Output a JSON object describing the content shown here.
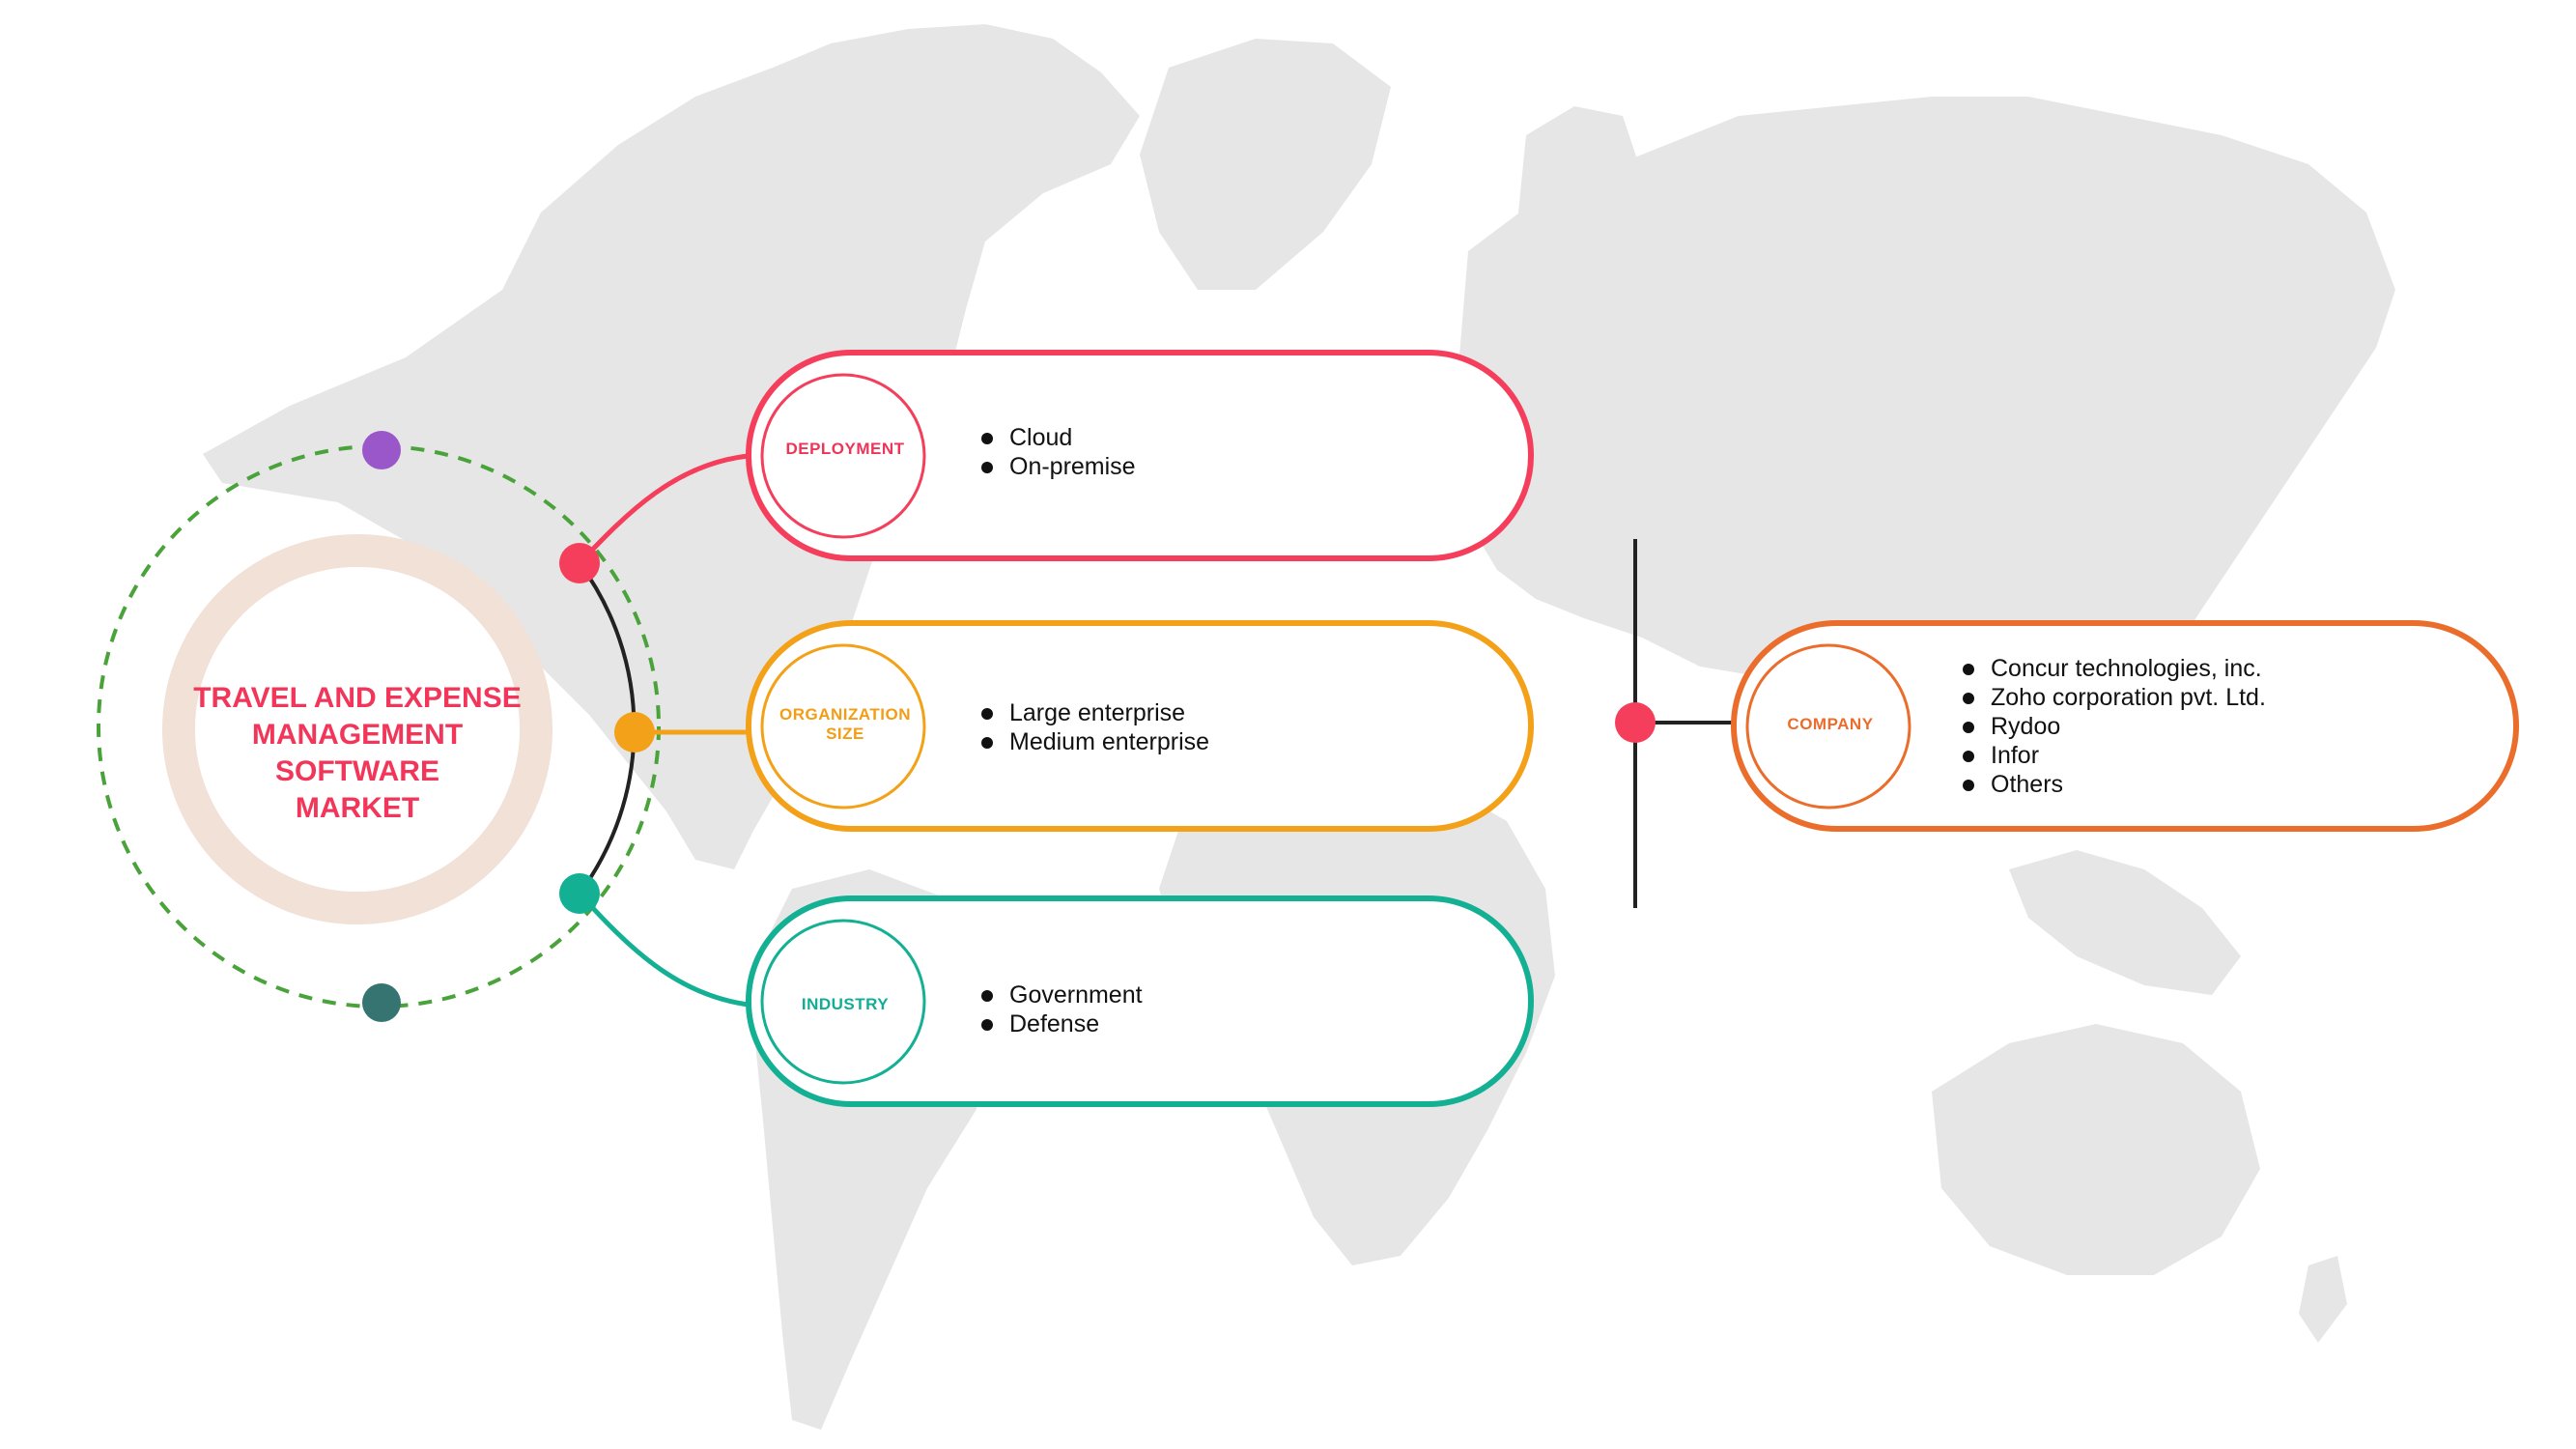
{
  "title_lines": [
    "TRAVEL AND EXPENSE",
    "MANAGEMENT",
    "SOFTWARE",
    "MARKET"
  ],
  "colors": {
    "title": "#f2365a",
    "deployment": "#f43e5c",
    "organization_size": "#f4a11a",
    "industry": "#14b093",
    "company": "#eb6d2c",
    "map": "#e6e6e6",
    "ring": "#f1e1d6",
    "dashed_orbit": "#4aa33a",
    "orbit_dot_top": "#9a57c9",
    "orbit_dot_bottom": "#357470"
  },
  "segments": {
    "deployment": {
      "label": "DEPLOYMENT",
      "items": [
        "Cloud",
        "On-premise"
      ]
    },
    "organization_size": {
      "label_lines": [
        "ORGANIZATION",
        "SIZE"
      ],
      "items": [
        "Large enterprise",
        "Medium enterprise"
      ]
    },
    "industry": {
      "label": "INDUSTRY",
      "items": [
        "Government",
        "Defense"
      ]
    },
    "company": {
      "label": "COMPANY",
      "items": [
        "Concur technologies, inc.",
        "Zoho corporation pvt. Ltd.",
        "Rydoo",
        "Infor",
        "Others"
      ]
    }
  }
}
